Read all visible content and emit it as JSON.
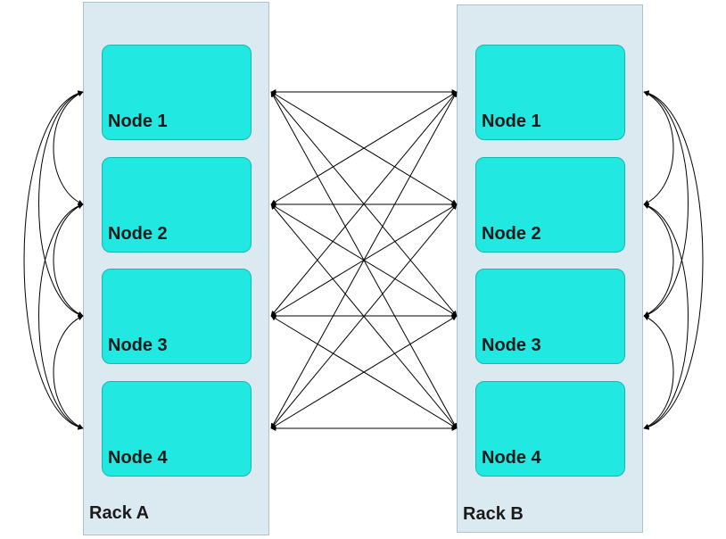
{
  "racks": [
    {
      "label": "Rack A",
      "nodes": [
        {
          "label": "Node 1"
        },
        {
          "label": "Node 2"
        },
        {
          "label": "Node 3"
        },
        {
          "label": "Node 4"
        }
      ]
    },
    {
      "label": "Rack B",
      "nodes": [
        {
          "label": "Node 1"
        },
        {
          "label": "Node 2"
        },
        {
          "label": "Node 3"
        },
        {
          "label": "Node 4"
        }
      ]
    }
  ],
  "colors": {
    "rack_fill": "#dbe9f0",
    "rack_border": "#a9c3d1",
    "node_fill": "#22e8e2",
    "node_border": "#18b6b1",
    "link": "#000000"
  }
}
